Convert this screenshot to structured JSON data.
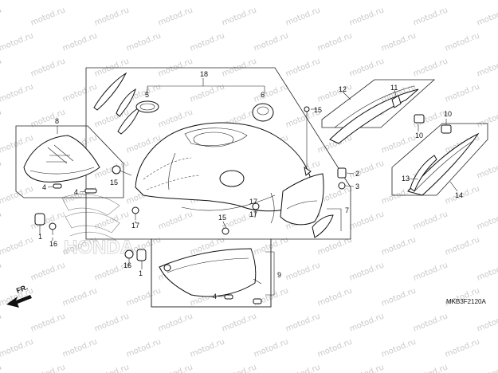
{
  "diagram": {
    "watermark_text": "motod.ru",
    "drawing_code": "MKB3F2120A",
    "direction_label": "FR.",
    "background_logo": "HONDA",
    "callouts": [
      {
        "id": "c1",
        "text": "18"
      },
      {
        "id": "c2",
        "text": "5"
      },
      {
        "id": "c3",
        "text": "6"
      },
      {
        "id": "c4",
        "text": "8"
      },
      {
        "id": "c5",
        "text": "15"
      },
      {
        "id": "c6",
        "text": "12"
      },
      {
        "id": "c7",
        "text": "11"
      },
      {
        "id": "c8",
        "text": "10"
      },
      {
        "id": "c9",
        "text": "10"
      },
      {
        "id": "c10",
        "text": "2"
      },
      {
        "id": "c11",
        "text": "3"
      },
      {
        "id": "c12",
        "text": "7"
      },
      {
        "id": "c13",
        "text": "13"
      },
      {
        "id": "c14",
        "text": "14"
      },
      {
        "id": "c15",
        "text": "4"
      },
      {
        "id": "c16",
        "text": "4"
      },
      {
        "id": "c17",
        "text": "15"
      },
      {
        "id": "c18",
        "text": "17"
      },
      {
        "id": "c19",
        "text": "1"
      },
      {
        "id": "c20",
        "text": "16"
      },
      {
        "id": "c21",
        "text": "17"
      },
      {
        "id": "c22",
        "text": "15"
      },
      {
        "id": "c23",
        "text": "17"
      },
      {
        "id": "c24",
        "text": "16"
      },
      {
        "id": "c25",
        "text": "1"
      },
      {
        "id": "c26",
        "text": "9"
      },
      {
        "id": "c27",
        "text": "4"
      }
    ]
  }
}
